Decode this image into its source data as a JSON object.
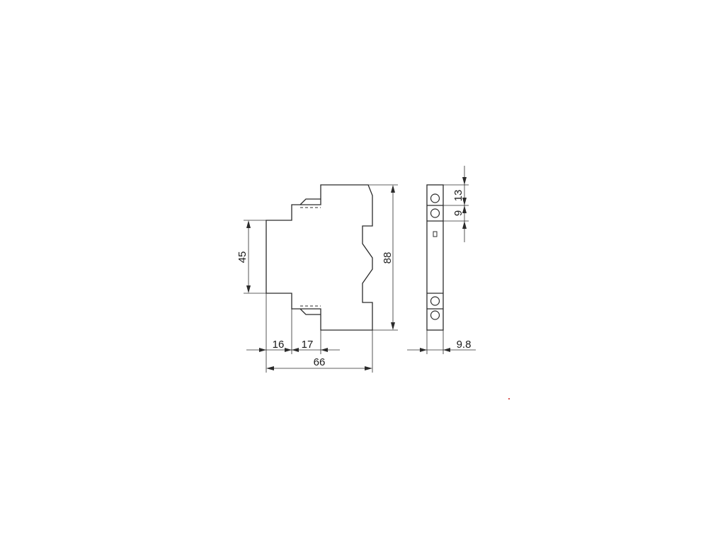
{
  "drawing": {
    "front_view": {
      "dim_height_mm": "88",
      "dim_mounting_height_mm": "45",
      "dim_width_total_mm": "66",
      "dim_offset_first_mm": "16",
      "dim_offset_second_mm": "17"
    },
    "side_view": {
      "dim_width_mm": "9.8",
      "dim_top_terminal_mm": "13",
      "dim_terminal_pitch_mm": "9"
    }
  }
}
